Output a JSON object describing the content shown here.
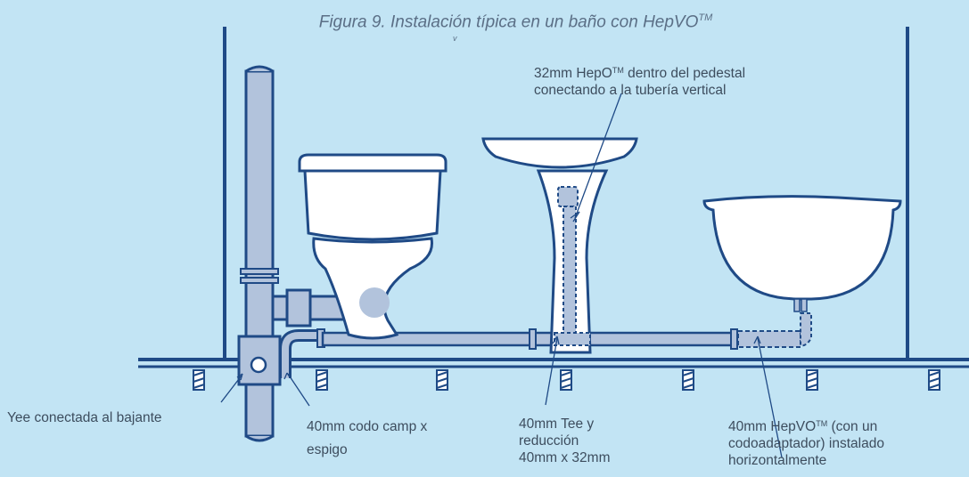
{
  "title": {
    "text": "Figura 9. Instalación típica en un baño con HepVO",
    "superscript": "TM",
    "stray_mark": "v"
  },
  "labels": {
    "hepo": {
      "line1_a": "32mm HepO",
      "line1_tm": "TM",
      "line1_b": " dentro del pedestal",
      "line2": "conectando a la tubería vertical"
    },
    "yee": {
      "line1": "Yee conectada al bajante"
    },
    "codo": {
      "line1": "40mm codo camp x",
      "line2": "espigo"
    },
    "tee": {
      "line1": "40mm Tee y",
      "line2": "reducción",
      "line3": "40mm x 32mm"
    },
    "hepvo": {
      "line1_a": "40mm HepVO",
      "line1_tm": "TM",
      "line1_b": " (con un",
      "line2": "codoadaptador) instalado",
      "line3": "horizontalmente"
    }
  },
  "colors": {
    "background": "#c2e4f4",
    "outline": "#1f4a86",
    "pipe_fill": "#b2c3dc",
    "fixture_fill": "#ffffff",
    "text": "#3d4d5e"
  }
}
